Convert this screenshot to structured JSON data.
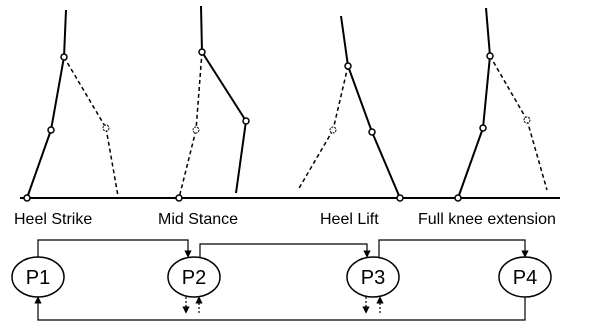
{
  "phases": [
    {
      "label": "Heel Strike"
    },
    {
      "label": "Mid Stance"
    },
    {
      "label": "Heel Lift"
    },
    {
      "label": "Full knee extension"
    }
  ],
  "states": [
    {
      "label": "P1"
    },
    {
      "label": "P2"
    },
    {
      "label": "P3"
    },
    {
      "label": "P4"
    }
  ],
  "colors": {
    "line": "#000000",
    "background": "#ffffff"
  }
}
